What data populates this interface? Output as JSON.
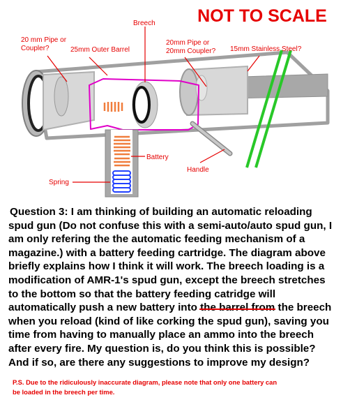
{
  "diagram": {
    "title": "NOT TO SCALE",
    "labels": {
      "breech": "Breech",
      "pipe_left_1": "20 mm Pipe or",
      "pipe_left_2": "Coupler?",
      "outer_barrel": "25mm Outer Barrel",
      "pipe_right_1": "20mm Pipe or",
      "pipe_right_2": "20mm Coupler?",
      "stainless": "15mm Stainless Steel?",
      "battery": "Battery",
      "handle": "Handle",
      "spring": "Spring"
    },
    "colors": {
      "label_red": "#e60000",
      "barrel_outline": "#a0a0a0",
      "breech_magenta": "#e000c8",
      "battery_orange": "#f07d3c",
      "spring_blue": "#2040ff",
      "steel_green": "#28c828"
    }
  },
  "question": {
    "lines": [
      "Question 3: I am thinking of building an automatic reloading",
      "spud gun (Do not confuse this with a semi-auto/auto spud gun, I",
      "am only refering the the automatic feeding mechanism of a",
      "magazine.) with a battery feeding cartridge. The diagram above",
      "briefly explains how I think it will work. The breech loading is a",
      "modification of AMR-1's spud gun, except the breech stretches",
      "to the bottom so that the battery feeding catridge will",
      "time from having to manually place an ammo into the breech",
      "after every fire. My question is, do you think this is possible?",
      "And if so, are there any suggestions to improve my design?"
    ],
    "line8_part1": "automatically push a new battery into ",
    "line8_struck": "the barrel from",
    "line8_part2": " the breech",
    "line9": "when you reload (kind of like corking the spud gun), saving you"
  },
  "ps": {
    "line1": "P.S. Due to the ridiculously inaccurate diagram, please note that only one battery can",
    "line2": "be loaded in the breech per time."
  }
}
